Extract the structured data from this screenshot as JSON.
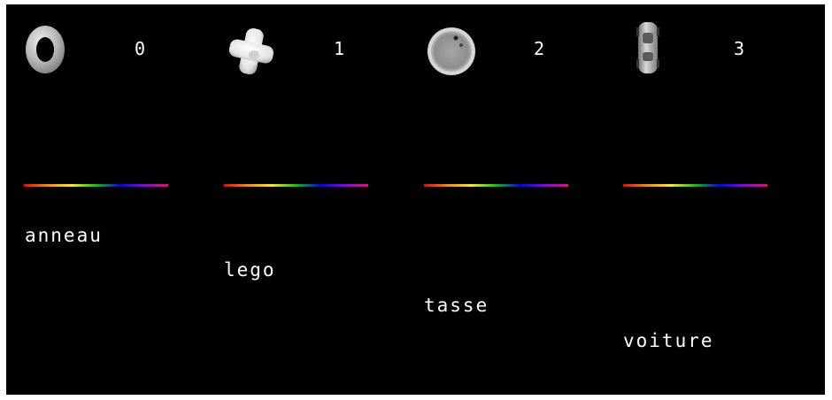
{
  "objects": [
    {
      "icon": "ring-icon",
      "index": "0",
      "label": "anneau"
    },
    {
      "icon": "lego-icon",
      "index": "1",
      "label": "lego"
    },
    {
      "icon": "cup-icon",
      "index": "2",
      "label": "tasse"
    },
    {
      "icon": "car-icon",
      "index": "3",
      "label": "voiture"
    }
  ],
  "colors": {
    "background": "#000000",
    "text": "#ffffff",
    "object_gray": "#b8b8b8",
    "spectrum": [
      "#ff0000",
      "#ff8800",
      "#ffee00",
      "#00cc00",
      "#0000ff",
      "#8800ff",
      "#ff0077"
    ]
  }
}
